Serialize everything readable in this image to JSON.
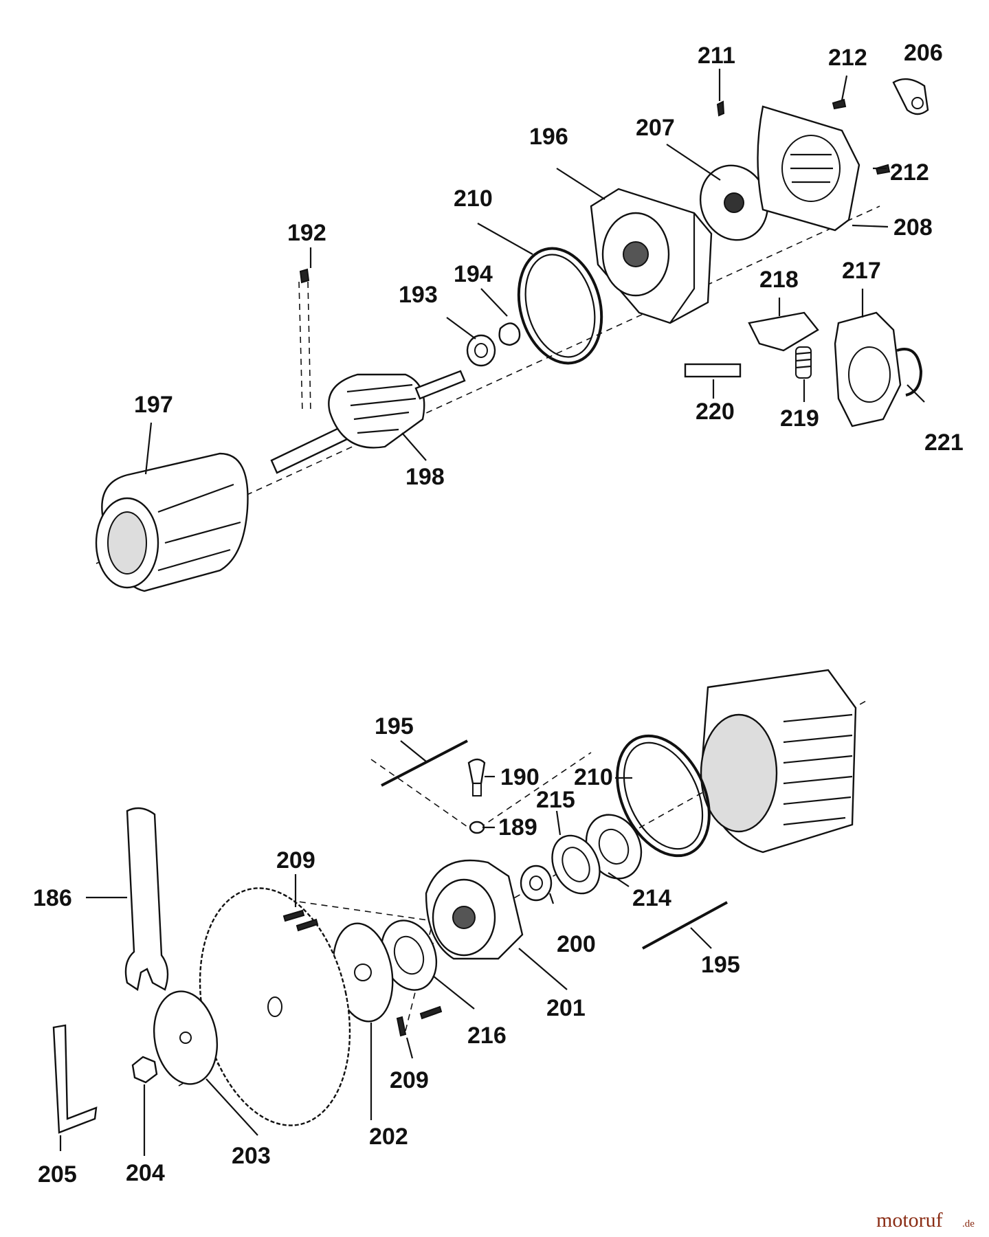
{
  "diagram": {
    "part_labels": {
      "p192": "192",
      "p197": "197",
      "p193": "193",
      "p194": "194",
      "p210_top": "210",
      "p196": "196",
      "p207": "207",
      "p211": "211",
      "p212_a": "212",
      "p206": "206",
      "p212_b": "212",
      "p208": "208",
      "p218": "218",
      "p217": "217",
      "p220": "220",
      "p219": "219",
      "p221": "221",
      "p198": "198",
      "p195_a": "195",
      "p190": "190",
      "p210_bottom": "210",
      "p215": "215",
      "p189": "189",
      "p209_a": "209",
      "p186": "186",
      "p214": "214",
      "p200": "200",
      "p195_b": "195",
      "p201": "201",
      "p216": "216",
      "p209_b": "209",
      "p202": "202",
      "p205": "205",
      "p204": "204",
      "p203": "203"
    },
    "watermark": {
      "main": "motoruf",
      "suffix": ".de"
    }
  }
}
